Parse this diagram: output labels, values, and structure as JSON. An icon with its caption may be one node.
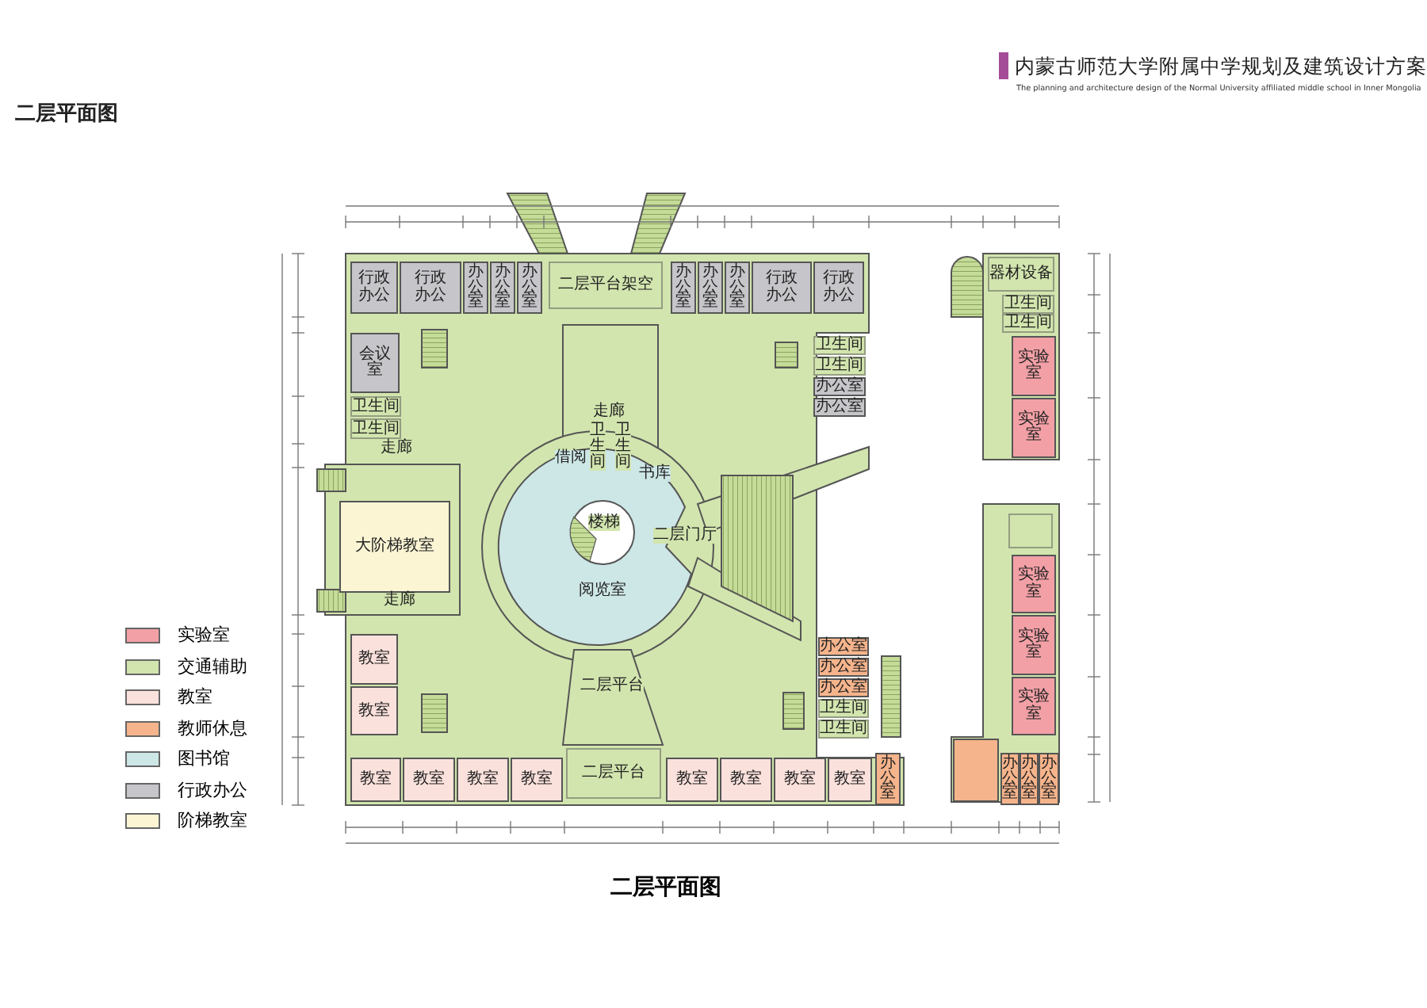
{
  "diagram": {
    "title": "内蒙古师范大学附属中学规划及建筑设计方案",
    "caption": "二层平面图",
    "nodes": [
      {
        "text": [
          "行政办公"
        ]
      },
      {
        "text": [
          "行政办公"
        ]
      },
      {
        "text": [
          "办公室"
        ]
      },
      {
        "text": [
          "办公室"
        ]
      },
      {
        "text": [
          "办公室"
        ]
      },
      {
        "text": [
          "二层平台架空"
        ]
      },
      {
        "text": [
          "办公室"
        ]
      },
      {
        "text": [
          "办公室"
        ]
      },
      {
        "text": [
          "办公室"
        ]
      },
      {
        "text": [
          "行政办公"
        ]
      },
      {
        "text": [
          "行政办公"
        ]
      },
      {
        "text": [
          "会议室"
        ]
      },
      {
        "text": [
          "卫生间"
        ]
      },
      {
        "text": [
          "卫生间"
        ]
      },
      {
        "text": [
          "卫生间"
        ]
      },
      {
        "text": [
          "卫生间"
        ]
      },
      {
        "text": [
          "办公室"
        ]
      },
      {
        "text": [
          "办公室"
        ]
      },
      {
        "text": [
          "器材设备"
        ]
      },
      {
        "text": [
          "卫生间"
        ]
      },
      {
        "text": [
          "卫生间"
        ]
      },
      {
        "text": [
          "实验室"
        ]
      },
      {
        "text": [
          "实验室"
        ]
      },
      {
        "text": [
          "大阶梯教室"
        ]
      },
      {
        "text": [
          "办公室"
        ]
      },
      {
        "text": [
          "办公室"
        ]
      },
      {
        "text": [
          "办公室"
        ]
      },
      {
        "text": [
          "卫生间"
        ]
      },
      {
        "text": [
          "卫生间"
        ]
      },
      {
        "text": [],
        "shape": "box"
      },
      {
        "text": [
          "实验室"
        ]
      },
      {
        "text": [
          "实验室"
        ]
      },
      {
        "text": [
          "实验室"
        ]
      },
      {
        "text": [
          "教室"
        ]
      },
      {
        "text": [
          "教室"
        ]
      },
      {
        "text": [
          "教室"
        ]
      },
      {
        "text": [
          "教室"
        ]
      },
      {
        "text": [
          "教室"
        ]
      },
      {
        "text": [
          "教室"
        ]
      },
      {
        "text": [
          "二层平台"
        ]
      },
      {
        "text": [
          "教室"
        ]
      },
      {
        "text": [
          "教室"
        ]
      },
      {
        "text": [
          "教室"
        ]
      },
      {
        "text": [
          "教室"
        ]
      },
      {
        "text": [
          "办公室"
        ]
      },
      {
        "text": [],
        "shape": "box"
      },
      {
        "text": [
          "办公室"
        ]
      },
      {
        "text": [
          "办公室"
        ]
      },
      {
        "text": [
          "办公室"
        ]
      }
    ],
    "labels": [
      "The planning and architecture design of the Normal University affiliated middle school in Inner Mongolia",
      "二层平面图",
      "走廊",
      "走廊",
      "借阅",
      "卫生间",
      "卫生间",
      "书库",
      "楼梯",
      "二层门厅",
      "阅览室",
      "走廊",
      "二层平台"
    ],
    "legend": [
      {
        "text": "实验室",
        "color": "#f2a0a6"
      },
      {
        "text": "交通辅助",
        "color": "#d2e5ae"
      },
      {
        "text": "教室",
        "color": "#fbe1dc"
      },
      {
        "text": "教师休息",
        "color": "#f6b48c"
      },
      {
        "text": "图书馆",
        "color": "#cde6e6"
      },
      {
        "text": "行政办公",
        "color": "#c6c6ca"
      },
      {
        "text": "阶梯教室",
        "color": "#fbf5d4"
      }
    ]
  }
}
